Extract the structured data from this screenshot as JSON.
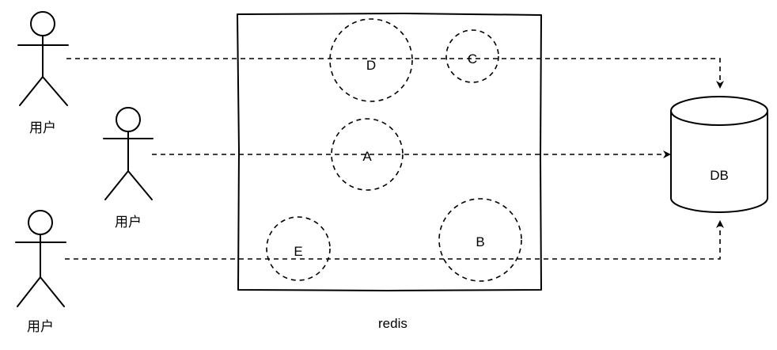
{
  "users": [
    {
      "label": "用户"
    },
    {
      "label": "用户"
    },
    {
      "label": "用户"
    }
  ],
  "cache": {
    "label": "redis",
    "nodes": [
      {
        "id": "D"
      },
      {
        "id": "C"
      },
      {
        "id": "A"
      },
      {
        "id": "E"
      },
      {
        "id": "B"
      }
    ]
  },
  "database": {
    "label": "DB"
  }
}
